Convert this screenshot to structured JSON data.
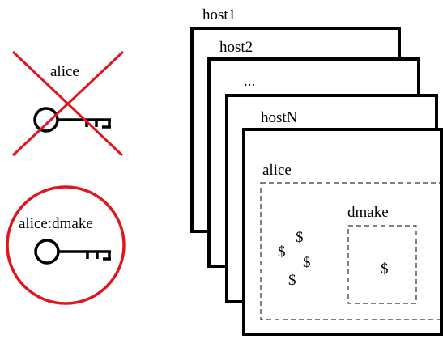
{
  "left_panel": {
    "revoked_key": {
      "owner_label": "alice",
      "icon": "key-icon",
      "overlay": "red-x-cross",
      "status_color": "#e0161c"
    },
    "scoped_key": {
      "owner_label": "alice:dmake",
      "icon": "key-icon",
      "overlay": "red-circle",
      "status_color": "#e0161c"
    }
  },
  "hosts": {
    "stack_labels": [
      "host1",
      "host2",
      "...",
      "hostN"
    ],
    "user_box_label": "alice",
    "scoped_box_label": "dmake",
    "user_dollar_symbols": [
      "$",
      "$",
      "$",
      "$"
    ],
    "scoped_dollar_symbol": "$"
  }
}
